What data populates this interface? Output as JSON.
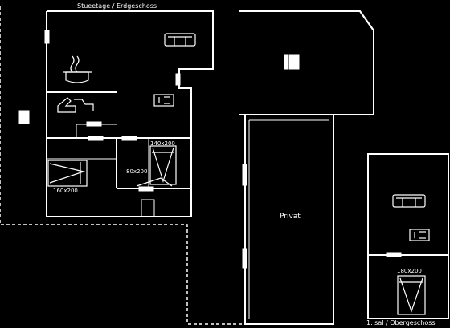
{
  "labels": {
    "ground_floor": "Stueetage / Erdgeschoss",
    "first_floor": "1. sal / Obergeschoss",
    "private": "Privat",
    "bed_left_size": "160x200",
    "bed_mid_size_a": "140x200",
    "bed_mid_size_b": "80x200",
    "bed_upper_size": "180x200"
  },
  "icons": {
    "sofa": "sofa-icon",
    "cooking_pot": "cooking-pot-icon",
    "stove": "stove-icon",
    "bathtub": "bathtub-icon",
    "bed": "bed-icon"
  }
}
